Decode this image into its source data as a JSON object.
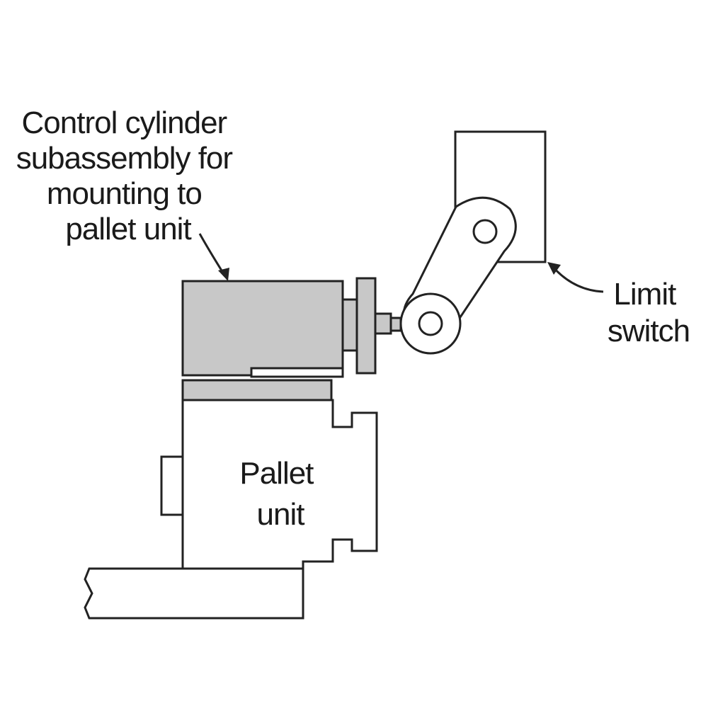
{
  "labels": {
    "control_cylinder": [
      "Control cylinder",
      "subassembly for",
      "mounting to",
      "pallet unit"
    ],
    "limit_switch": [
      "Limit",
      "switch"
    ],
    "pallet_unit": [
      "Pallet",
      "unit"
    ]
  },
  "colors": {
    "line": "#222222",
    "cylinder_fill": "#c8c8c8",
    "background": "#ffffff"
  }
}
